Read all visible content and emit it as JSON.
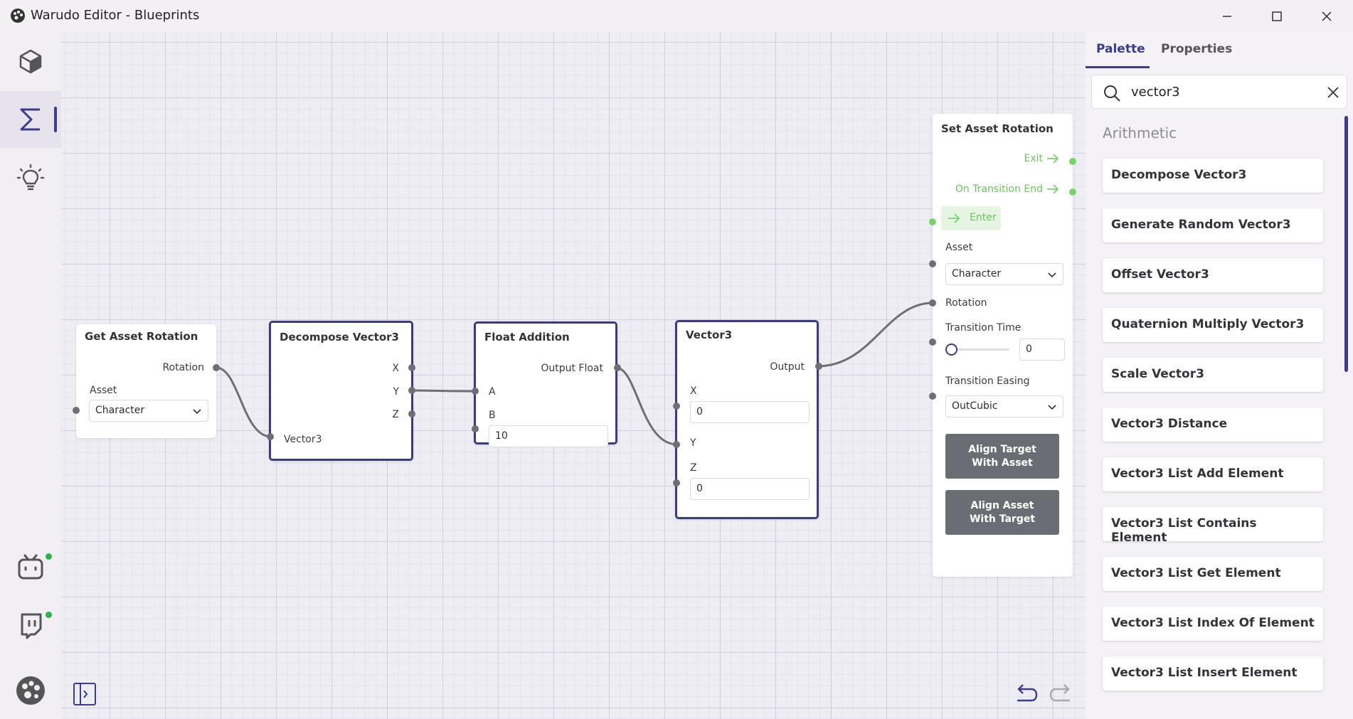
{
  "window": {
    "title": "Warudo Editor - Blueprints"
  },
  "nodes": {
    "get_asset_rotation": {
      "title": "Get Asset Rotation",
      "output_rotation": "Rotation",
      "asset_label": "Asset",
      "asset_value": "Character"
    },
    "decompose_vector3": {
      "title": "Decompose Vector3",
      "out_x": "X",
      "out_y": "Y",
      "out_z": "Z",
      "in_vector3": "Vector3"
    },
    "float_addition": {
      "title": "Float Addition",
      "output": "Output Float",
      "a_label": "A",
      "b_label": "B",
      "b_value": "10"
    },
    "vector3": {
      "title": "Vector3",
      "output": "Output",
      "x_label": "X",
      "x_value": "0",
      "y_label": "Y",
      "z_label": "Z",
      "z_value": "0"
    },
    "set_asset_rotation": {
      "title": "Set Asset Rotation",
      "exit_label": "Exit",
      "on_transition_end_label": "On Transition End",
      "enter_label": "Enter",
      "asset_label": "Asset",
      "asset_value": "Character",
      "rotation_label": "Rotation",
      "transition_time_label": "Transition Time",
      "transition_time_value": "0",
      "transition_time_slider": 0,
      "transition_easing_label": "Transition Easing",
      "transition_easing_value": "OutCubic",
      "align_target_button": "Align Target With Asset",
      "align_asset_button": "Align Asset With Target"
    }
  },
  "panel": {
    "tabs": [
      "Palette",
      "Properties"
    ],
    "active_tab": "Palette",
    "search_value": "vector3",
    "section": "Arithmetic",
    "items": [
      "Decompose Vector3",
      "Generate Random Vector3",
      "Offset Vector3",
      "Quaternion Multiply Vector3",
      "Scale Vector3",
      "Vector3 Distance",
      "Vector3 List Add Element",
      "Vector3 List Contains Element",
      "Vector3 List Get Element",
      "Vector3 List Index Of Element",
      "Vector3 List Insert Element"
    ]
  },
  "rail": {
    "icons": [
      "cube-icon",
      "sigma-icon",
      "lightbulb-icon",
      "bilibili-icon",
      "twitch-icon",
      "warudo-icon"
    ],
    "active": "sigma-icon"
  },
  "colors": {
    "accent": "#3a3c8a",
    "flow": "#79d36c",
    "button_dark": "#6a6d73",
    "online": "#2bb24c"
  }
}
